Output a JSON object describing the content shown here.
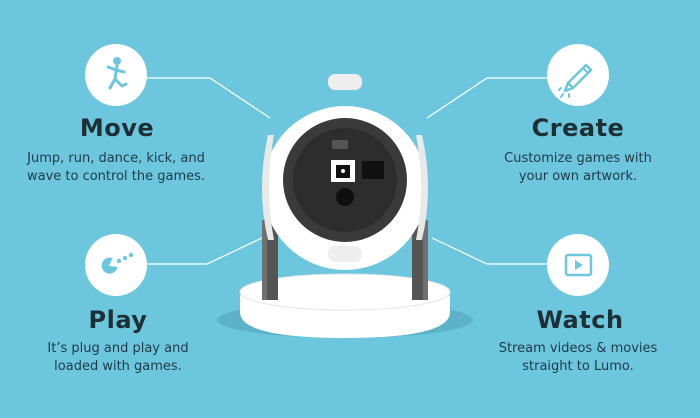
{
  "colors": {
    "background": "#6cc7de",
    "text": "#1f2f36",
    "line": "#ffffff",
    "device_body": "#ffffff",
    "device_face": "#2d2d2d"
  },
  "features": {
    "move": {
      "title": "Move",
      "line1": "Jump, run, dance, kick, and",
      "line2": "wave to control the games.",
      "icon": "running-person-icon"
    },
    "create": {
      "title": "Create",
      "line1": "Customize games with",
      "line2": "your own artwork.",
      "icon": "pen-icon"
    },
    "play": {
      "title": "Play",
      "line1": "It’s plug and play and",
      "line2": "loaded with games.",
      "icon": "pacman-icon"
    },
    "watch": {
      "title": "Watch",
      "line1": "Stream videos & movies",
      "line2": "straight to Lumo.",
      "icon": "play-video-icon"
    }
  }
}
